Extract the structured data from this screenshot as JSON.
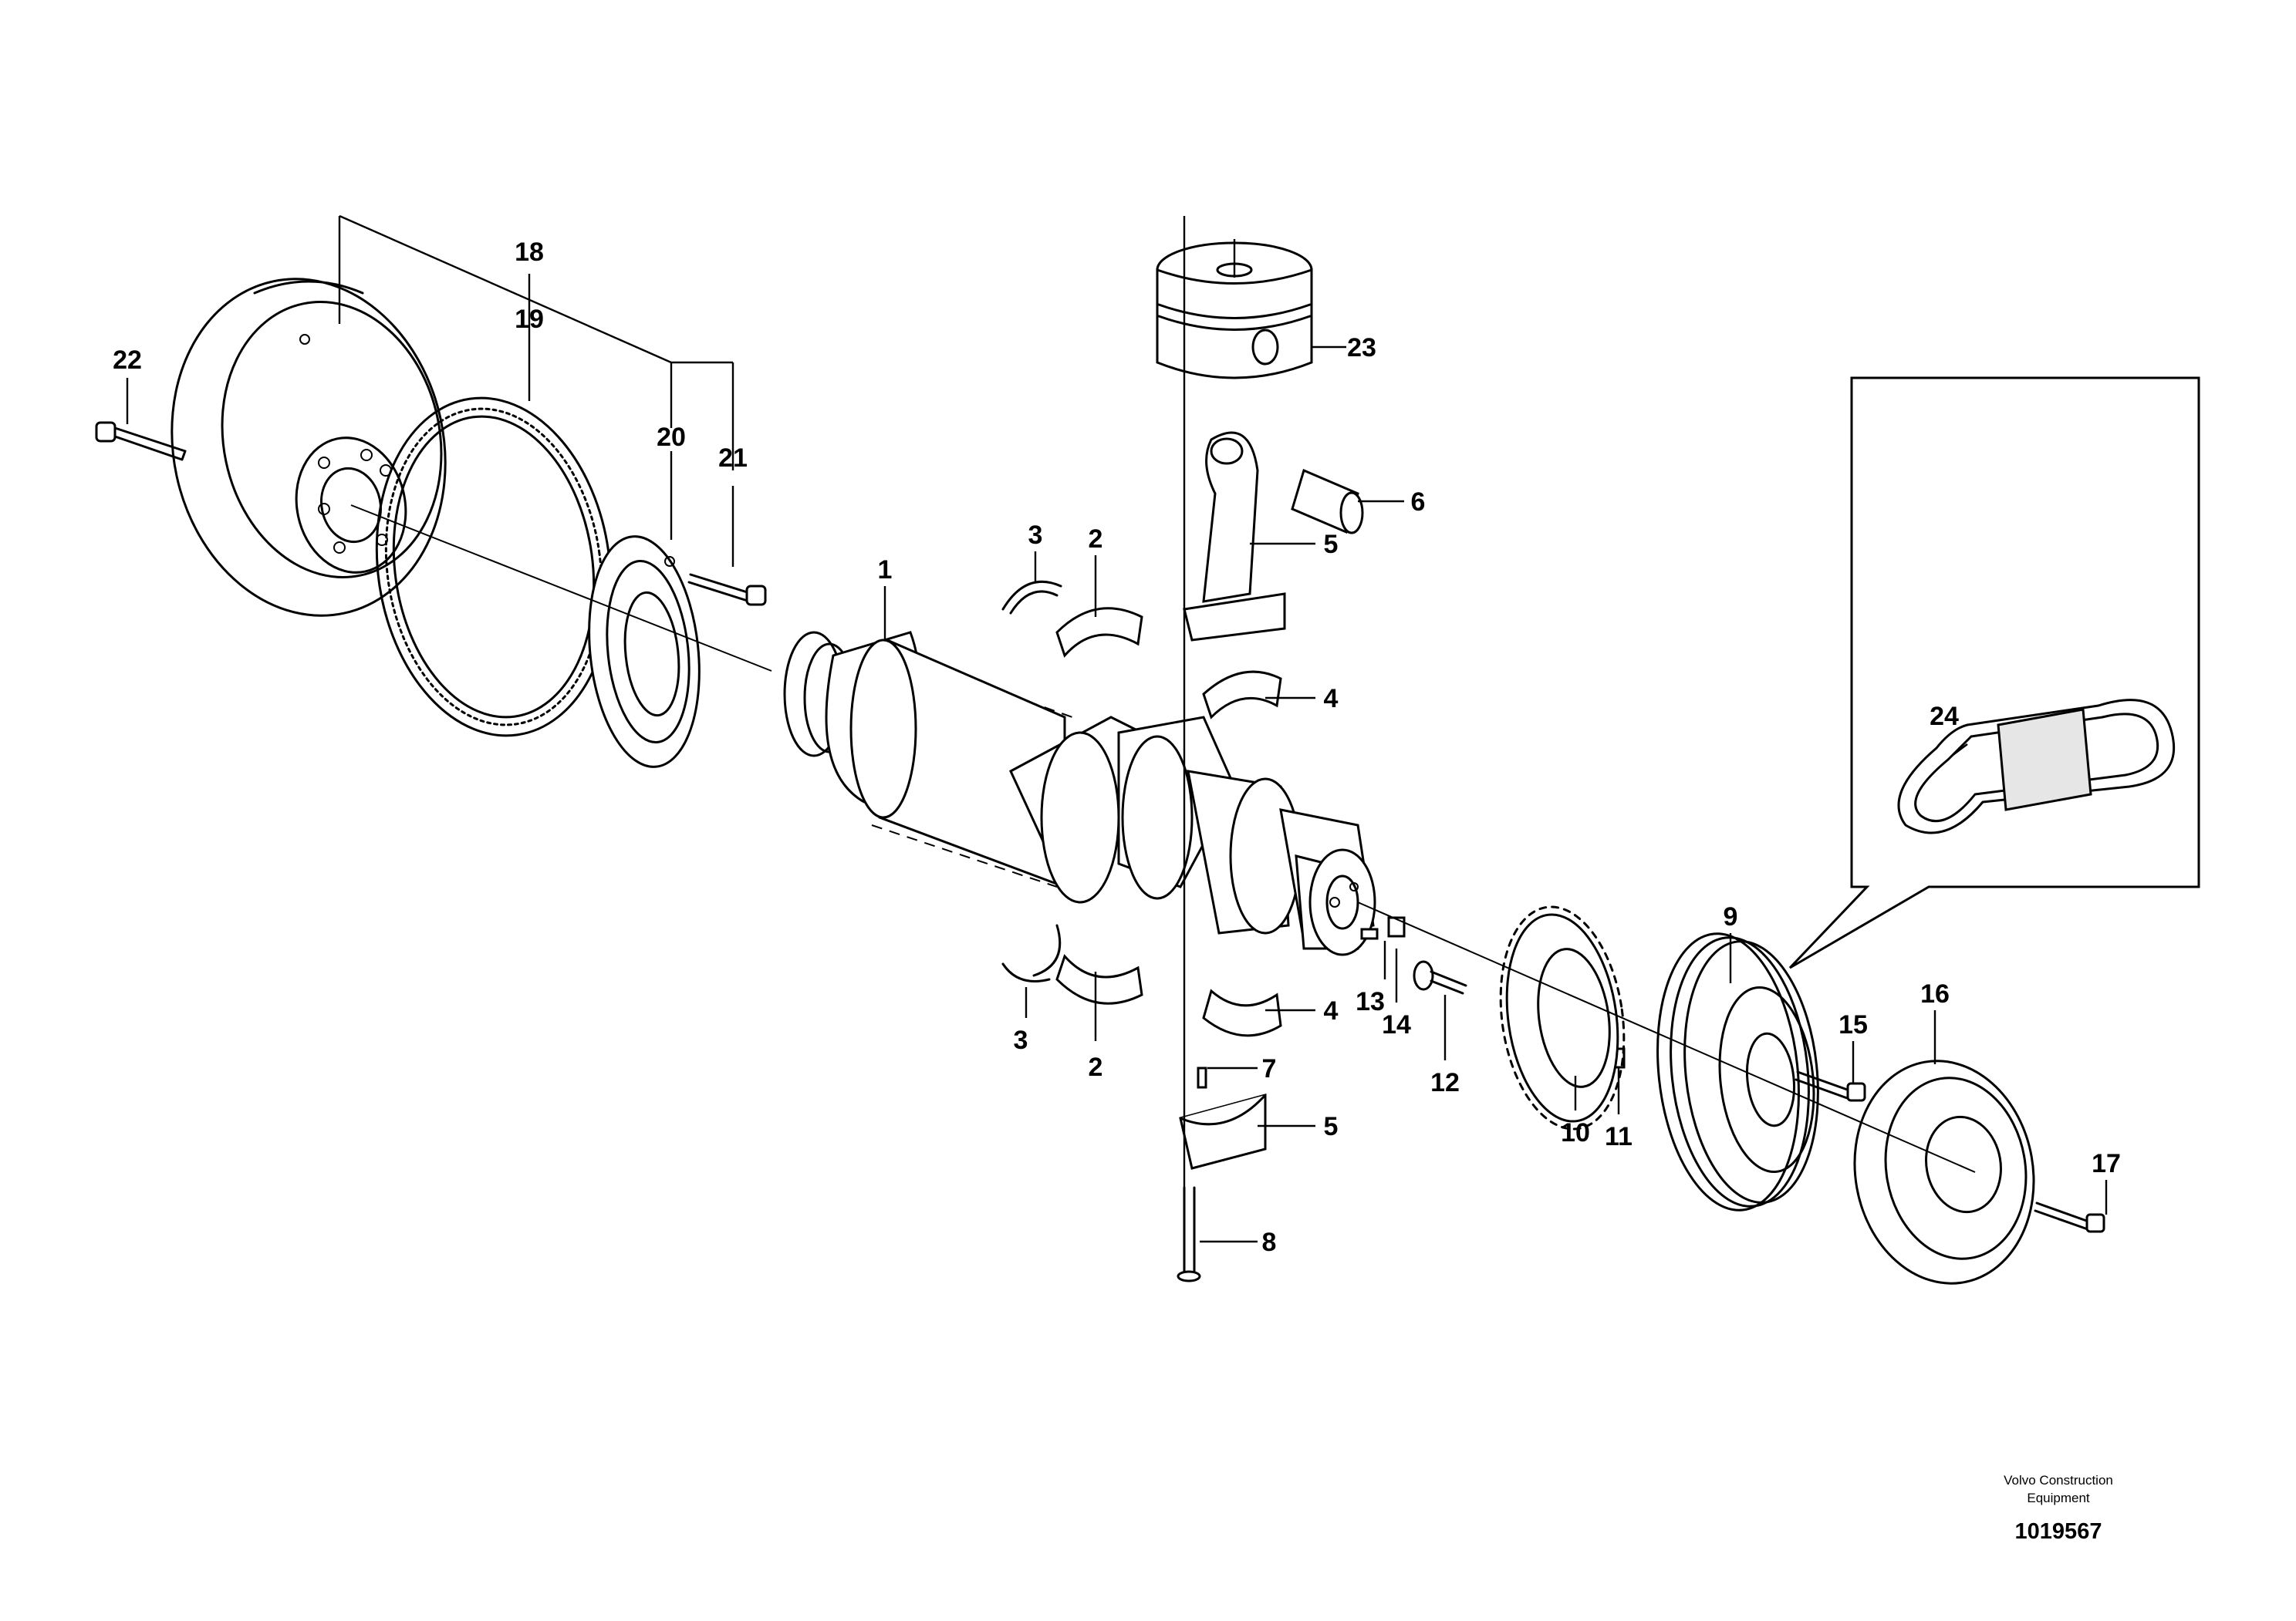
{
  "diagram": {
    "callouts": [
      {
        "id": "1",
        "label": "1"
      },
      {
        "id": "2a",
        "label": "2"
      },
      {
        "id": "2b",
        "label": "2"
      },
      {
        "id": "3a",
        "label": "3"
      },
      {
        "id": "3b",
        "label": "3"
      },
      {
        "id": "4a",
        "label": "4"
      },
      {
        "id": "4b",
        "label": "4"
      },
      {
        "id": "5a",
        "label": "5"
      },
      {
        "id": "5b",
        "label": "5"
      },
      {
        "id": "6",
        "label": "6"
      },
      {
        "id": "7",
        "label": "7"
      },
      {
        "id": "8",
        "label": "8"
      },
      {
        "id": "9",
        "label": "9"
      },
      {
        "id": "10",
        "label": "10"
      },
      {
        "id": "11",
        "label": "11"
      },
      {
        "id": "12",
        "label": "12"
      },
      {
        "id": "13",
        "label": "13"
      },
      {
        "id": "14",
        "label": "14"
      },
      {
        "id": "15",
        "label": "15"
      },
      {
        "id": "16",
        "label": "16"
      },
      {
        "id": "17",
        "label": "17"
      },
      {
        "id": "18",
        "label": "18"
      },
      {
        "id": "19",
        "label": "19"
      },
      {
        "id": "20",
        "label": "20"
      },
      {
        "id": "21",
        "label": "21"
      },
      {
        "id": "22",
        "label": "22"
      },
      {
        "id": "23",
        "label": "23"
      },
      {
        "id": "24",
        "label": "24"
      }
    ]
  },
  "footer": {
    "credit_line1": "Volvo Construction",
    "credit_line2": "Equipment",
    "document_number": "1019567"
  }
}
